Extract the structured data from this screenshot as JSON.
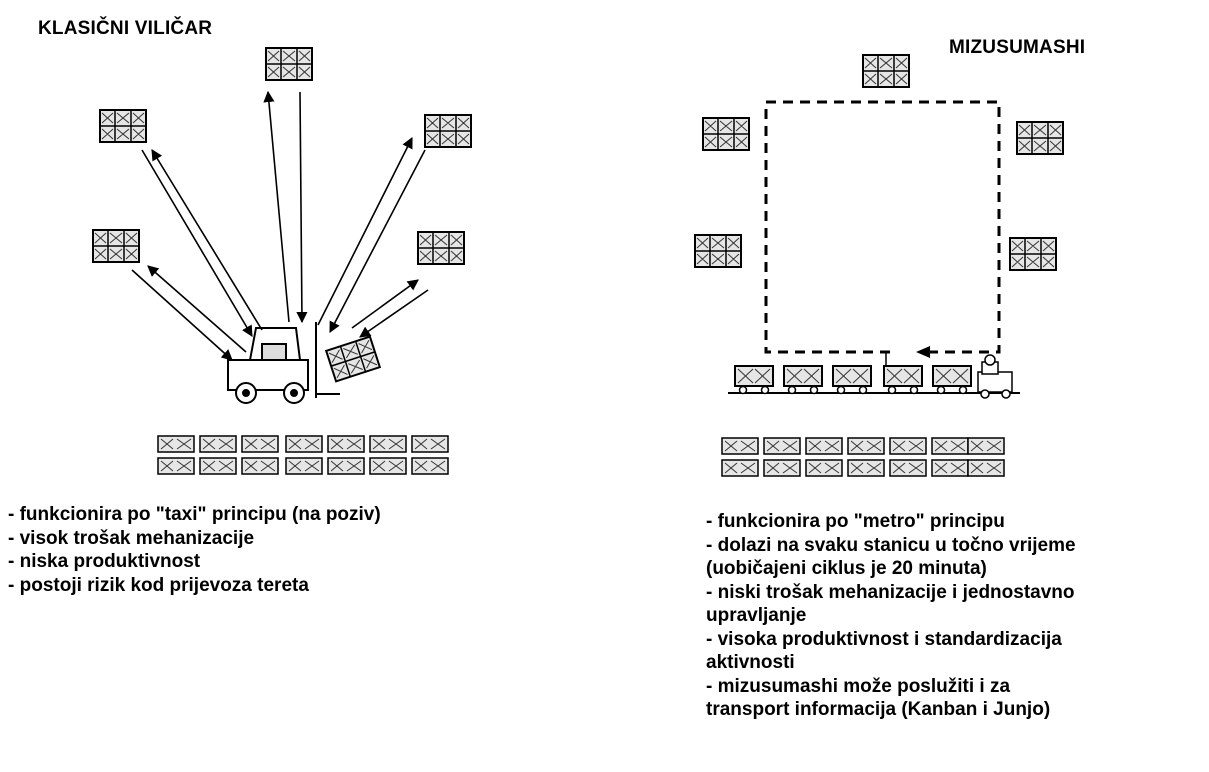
{
  "left_panel": {
    "title": "KLASIČNI VILIČAR",
    "notes": [
      "- funkcionira po \"taxi\" principu (na poziv)",
      "- visok trošak mehanizacije",
      "- niska produktivnost",
      "- postoji rizik kod prijevoza tereta"
    ]
  },
  "right_panel": {
    "title": "MIZUSUMASHI",
    "notes": [
      "- funkcionira po \"metro\" principu",
      "- dolazi na svaku stanicu u točno vrijeme",
      "(uobičajeni ciklus je 20 minuta)",
      "- niski trošak mehanizacije i jednostavno",
      "upravljanje",
      "- visoka produktivnost i standardizacija",
      "aktivnosti",
      "- mizusumashi može poslužiti i za",
      "transport informacija (Kanban i Junjo)"
    ]
  },
  "icons": {
    "pallet": "pallet-icon",
    "forklift": "forklift-icon",
    "tugger_train": "train-icon"
  },
  "colors": {
    "ink": "#000000",
    "pallet_fill": "#e6e6e6",
    "background": "#ffffff"
  }
}
